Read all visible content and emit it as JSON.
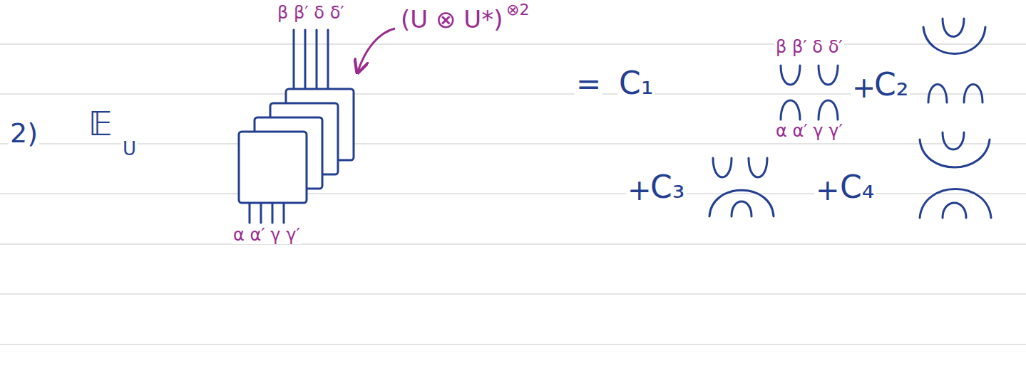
{
  "diagram": {
    "labels": [
      "2)",
      "𝔼",
      "U",
      "β β′ δ δ′",
      "α α′ γ γ′",
      "(U ⊗ U*)",
      "⊗2",
      "=",
      "C₁",
      "β β′ δ δ′",
      "α α′ γ γ′",
      "+",
      "C₂",
      "+",
      "C₃",
      "+",
      "C₄"
    ]
  }
}
